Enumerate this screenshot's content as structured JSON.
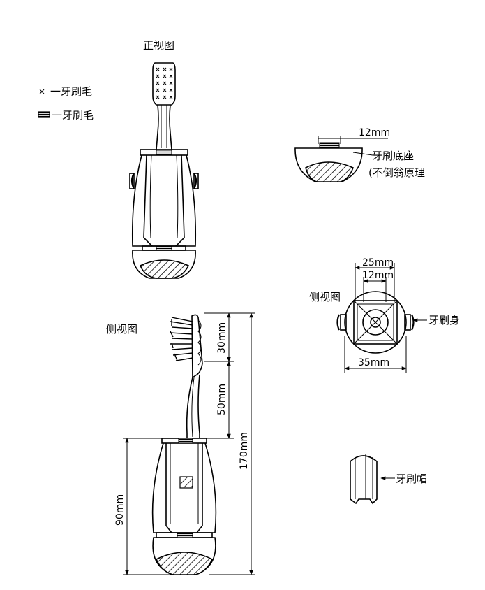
{
  "labels": {
    "front_view": "正视图",
    "side_view_left": "侧视图",
    "side_view_right": "侧视图",
    "legend_bristle_1": "一牙刷毛",
    "legend_bristle_2": "一牙刷毛",
    "base_label_1": "牙刷底座",
    "base_label_2": "(不倒翁原理",
    "body_label": "牙刷身",
    "cap_label": "牙刷帽"
  },
  "dimensions": {
    "base_width": "12mm",
    "outer_width": "25mm",
    "inner_width": "12mm",
    "body_width": "35mm",
    "head_length": "30mm",
    "neck_length": "50mm",
    "total_length": "170mm",
    "handle_length": "90mm"
  },
  "icons": {
    "legend_marker_1": "x-mark-icon",
    "legend_marker_2": "striped-bar-icon"
  }
}
